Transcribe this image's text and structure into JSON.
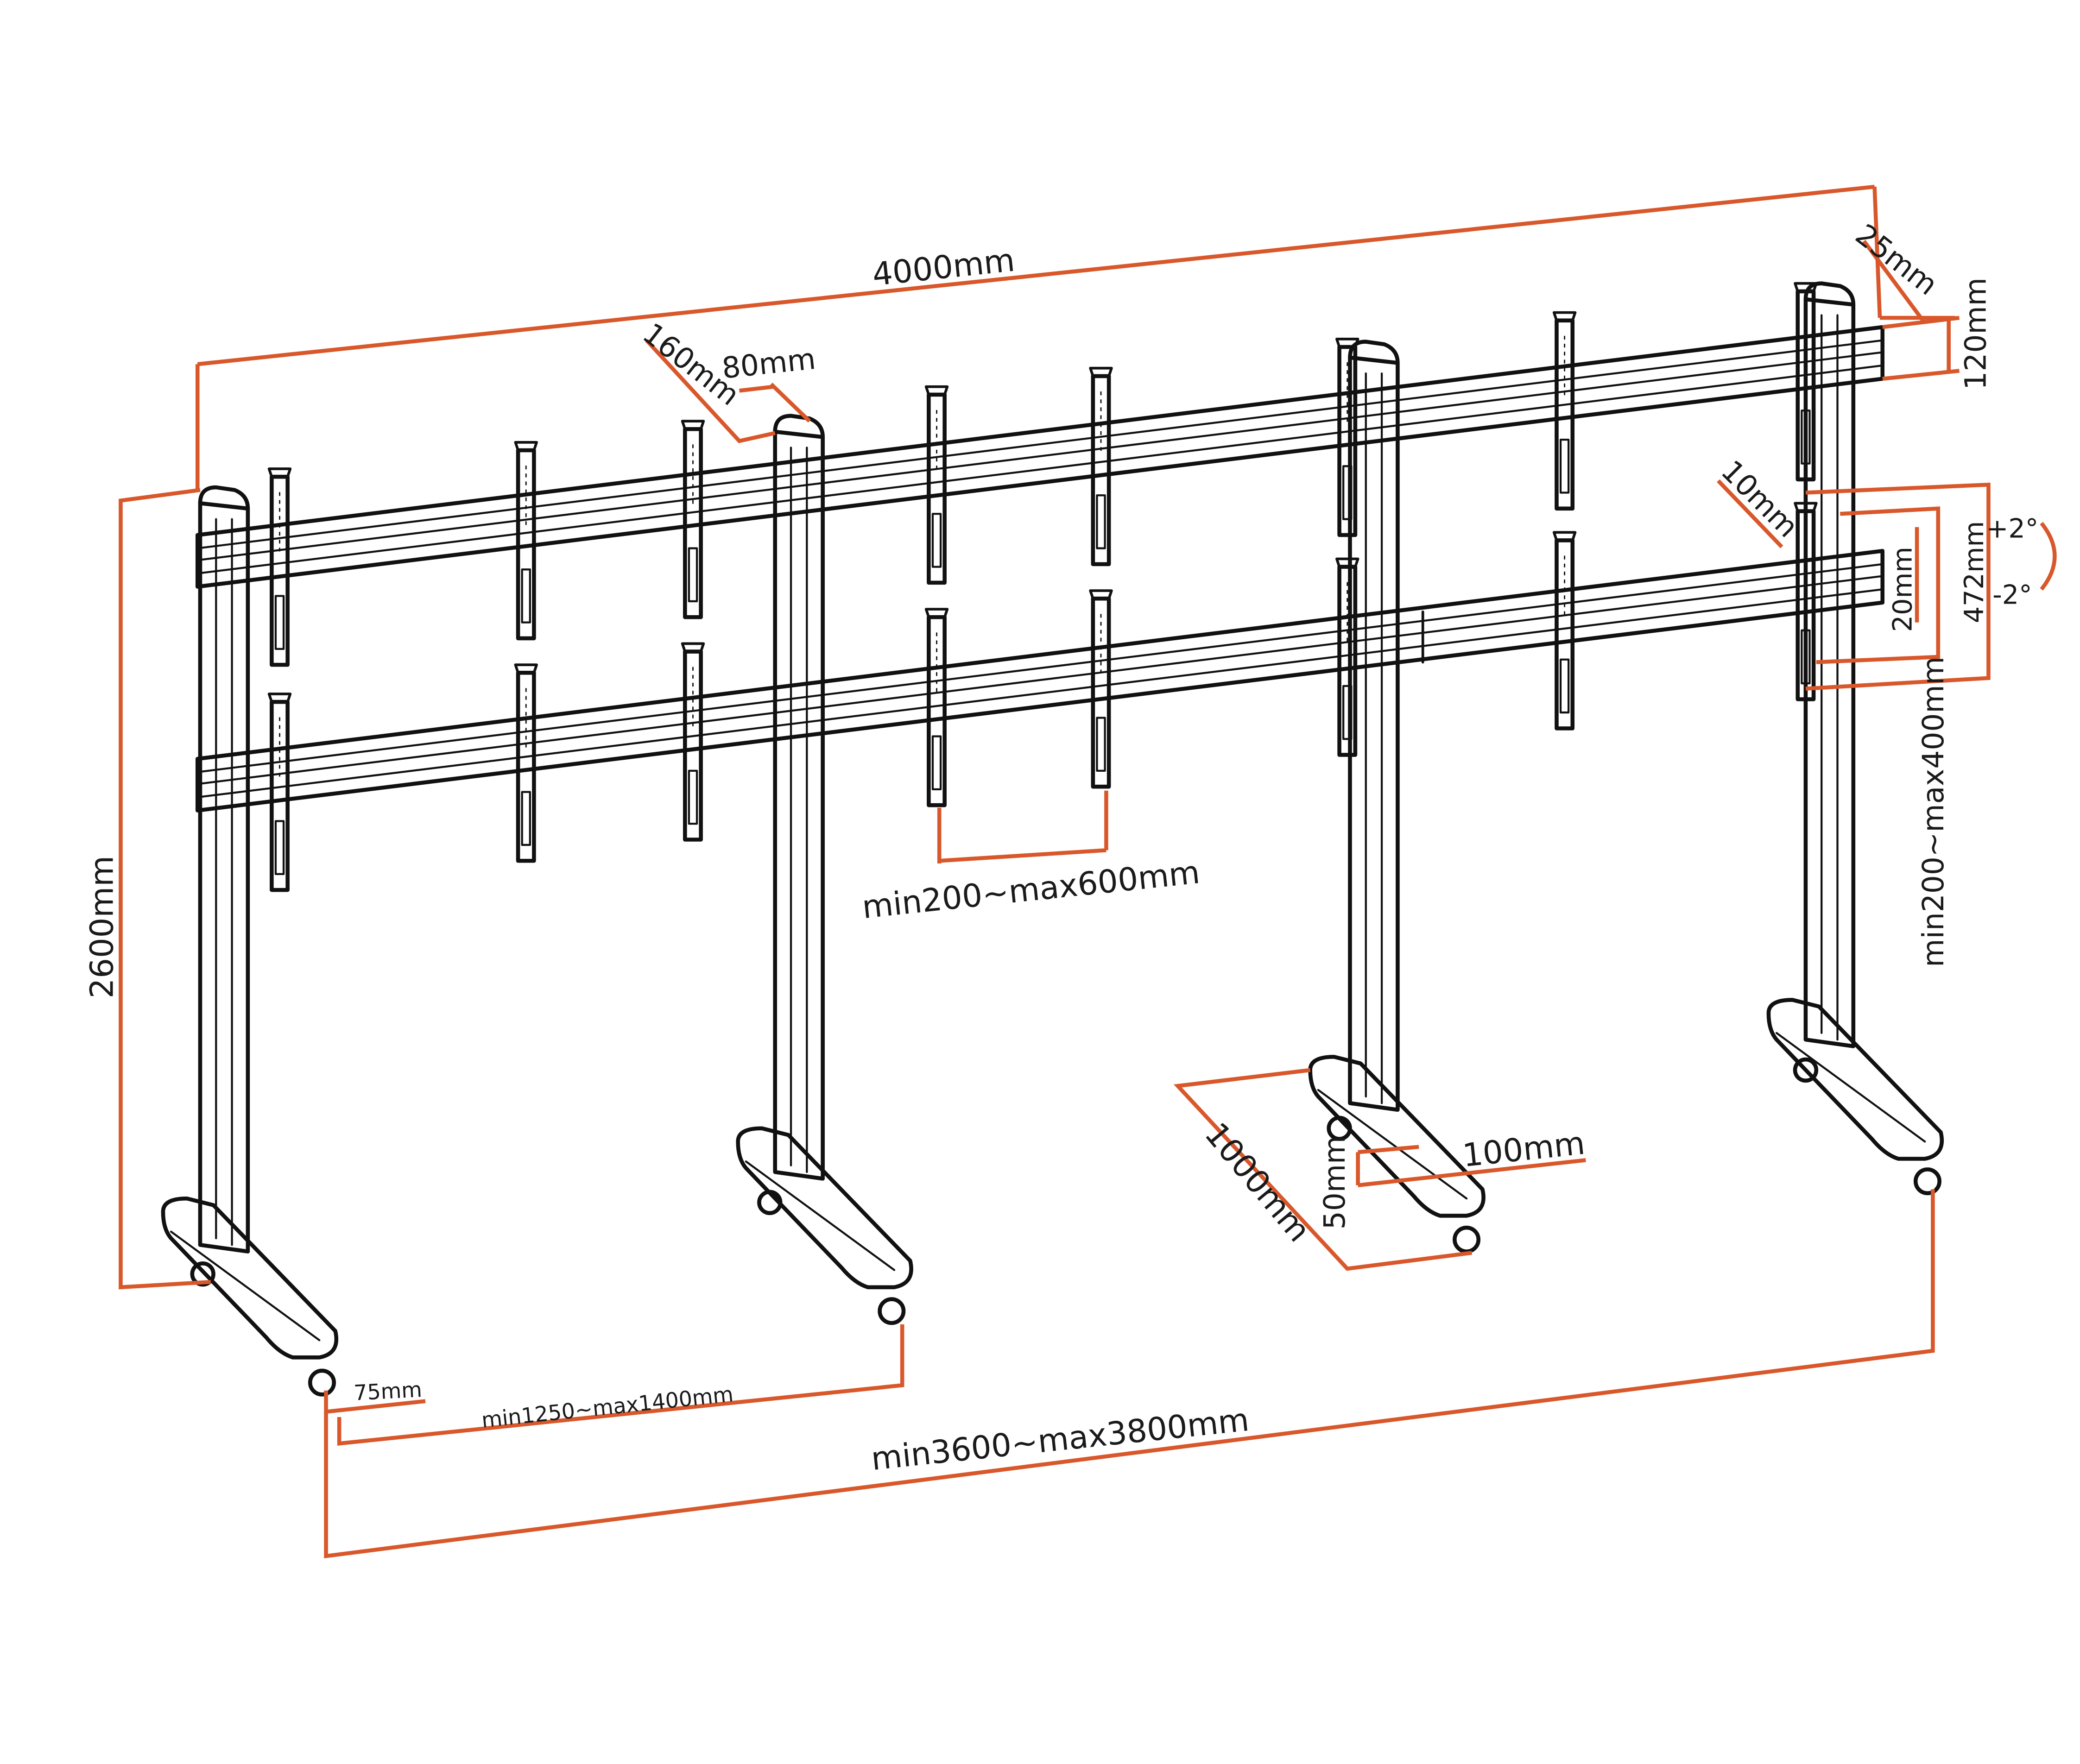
{
  "diagram": {
    "subject": "three-column video wall floor stand with mounting rails, arms and castors",
    "dimension_color": "#d9582b",
    "line_color": "#111111",
    "dimensions": {
      "overall_width": "4000mm",
      "end_offset": "25mm",
      "rail_height": "120mm",
      "arm_spacing": "160mm",
      "post_depth": "80mm",
      "arm_depth": "10mm",
      "tilt_up": "+2°",
      "tilt_down": "-2°",
      "micro_adjust": "20mm",
      "arm_length": "472mm",
      "arm_horizontal_range": "min200~max600mm",
      "rail_vertical_range": "min200~max400mm",
      "overall_height": "2600mm",
      "base_depth": "1000mm",
      "base_step": "50mm",
      "base_offset": "100mm",
      "castor_offset": "75mm",
      "column_spacing": "min1250~max1400mm",
      "footprint_width": "min3600~max3800mm"
    }
  }
}
